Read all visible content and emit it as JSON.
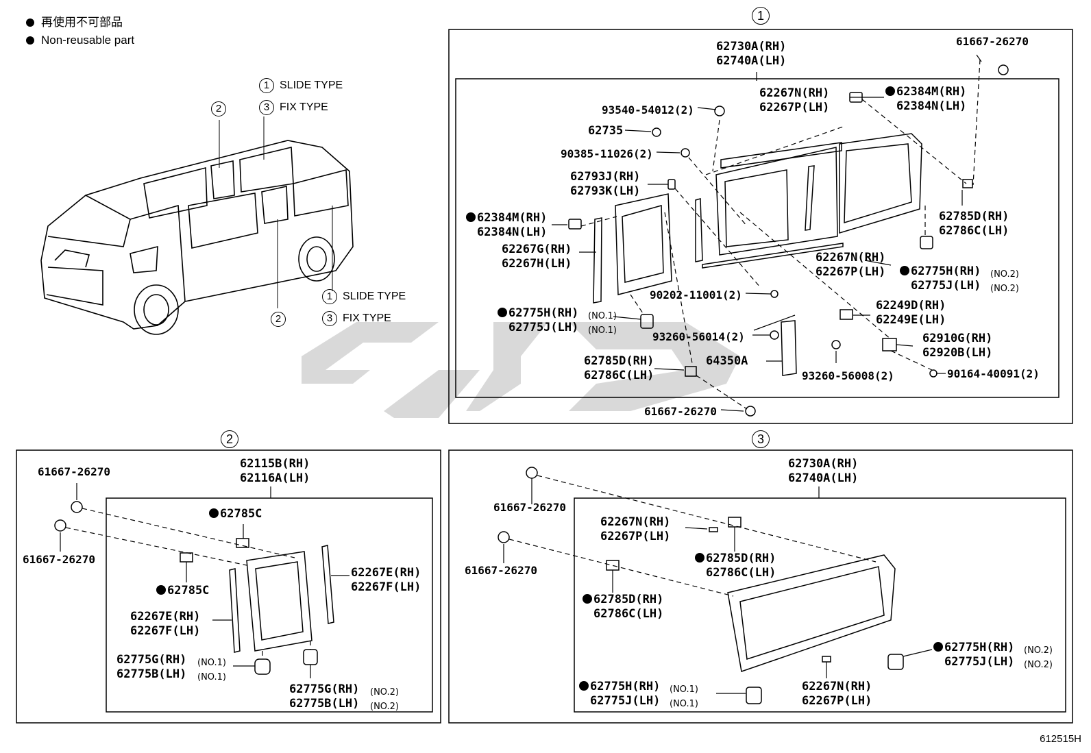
{
  "legend": {
    "jp": "再使用不可部品",
    "en": "Non-reusable part"
  },
  "vehicle_types": {
    "upper": [
      {
        "num": "1",
        "label": "SLIDE TYPE"
      },
      {
        "num": "3",
        "label": "FIX TYPE"
      }
    ],
    "lower": [
      {
        "num": "1",
        "label": "SLIDE TYPE"
      },
      {
        "num": "3",
        "label": "FIX TYPE"
      }
    ],
    "markers": [
      "2",
      "2"
    ]
  },
  "sections": {
    "s1": {
      "number": "1",
      "labels": [
        {
          "text": "62730A(RH)\n62740A(LH)"
        },
        {
          "text": "61667-26270"
        },
        {
          "text": "62267N(RH)\n62267P(LH)"
        },
        {
          "text": "62384M(RH)\n62384N(LH)",
          "nr": true
        },
        {
          "text": "93540-54012(2)"
        },
        {
          "text": "62735"
        },
        {
          "text": "90385-11026(2)"
        },
        {
          "text": "62793J(RH)\n62793K(LH)"
        },
        {
          "text": "62785D(RH)\n62786C(LH)"
        },
        {
          "text": "62384M(RH)\n62384N(LH)",
          "nr": true
        },
        {
          "text": "62267G(RH)\n62267H(LH)"
        },
        {
          "text": "62267N(RH)\n62267P(LH)"
        },
        {
          "text": "62775H(RH)\n62775J(LH)",
          "nr": true,
          "note": "(NO.2)"
        },
        {
          "text": "90202-11001(2)"
        },
        {
          "text": "62249D(RH)\n62249E(LH)"
        },
        {
          "text": "62775H(RH)\n62775J(LH)",
          "nr": true,
          "note": "(NO.1)"
        },
        {
          "text": "93260-56014(2)"
        },
        {
          "text": "62910G(RH)\n62920B(LH)"
        },
        {
          "text": "64350A"
        },
        {
          "text": "62785D(RH)\n62786C(LH)"
        },
        {
          "text": "93260-56008(2)"
        },
        {
          "text": "90164-40091(2)"
        },
        {
          "text": "61667-26270"
        }
      ]
    },
    "s2": {
      "number": "2",
      "labels": [
        {
          "text": "61667-26270"
        },
        {
          "text": "62115B(RH)\n62116A(LH)"
        },
        {
          "text": "62785C",
          "nr": true
        },
        {
          "text": "61667-26270"
        },
        {
          "text": "62785C",
          "nr": true
        },
        {
          "text": "62267E(RH)\n62267F(LH)"
        },
        {
          "text": "62267E(RH)\n62267F(LH)"
        },
        {
          "text": "62775G(RH)\n62775B(LH)",
          "note": "(NO.1)"
        },
        {
          "text": "62775G(RH)\n62775B(LH)",
          "note": "(NO.2)"
        }
      ]
    },
    "s3": {
      "number": "3",
      "labels": [
        {
          "text": "62730A(RH)\n62740A(LH)"
        },
        {
          "text": "61667-26270"
        },
        {
          "text": "62267N(RH)\n62267P(LH)"
        },
        {
          "text": "61667-26270"
        },
        {
          "text": "62785D(RH)\n62786C(LH)",
          "nr": true
        },
        {
          "text": "62785D(RH)\n62786C(LH)",
          "nr": true
        },
        {
          "text": "62775H(RH)\n62775J(LH)",
          "nr": true,
          "note": "(NO.2)"
        },
        {
          "text": "62775H(RH)\n62775J(LH)",
          "nr": true,
          "note": "(NO.1)"
        },
        {
          "text": "62267N(RH)\n62267P(LH)"
        }
      ]
    }
  },
  "illustration_code": "612515H",
  "colors": {
    "line": "#000000",
    "watermark": "#d6d6d6",
    "background": "#ffffff"
  }
}
